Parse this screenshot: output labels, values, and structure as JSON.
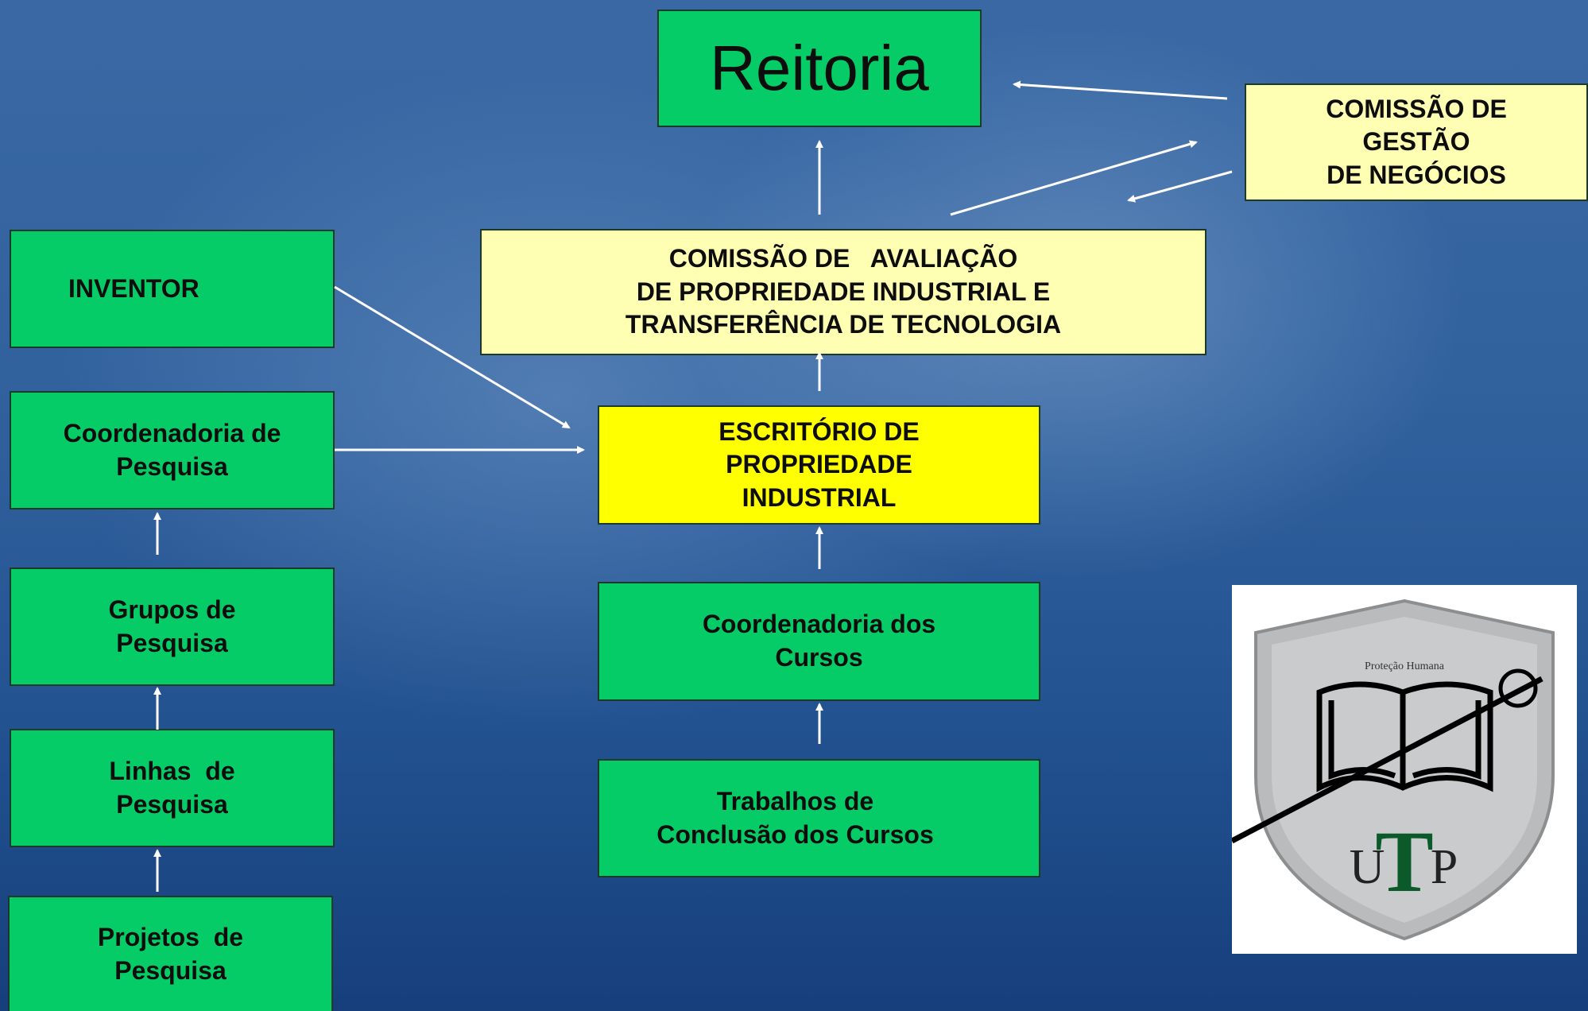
{
  "diagram": {
    "reitoria": "Reitoria",
    "comissao_gestao": [
      "COMISSÃO DE",
      "GESTÃO",
      "DE NEGÓCIOS"
    ],
    "comissao_avaliacao": [
      "COMISSÃO DE   AVALIAÇÃO",
      "DE PROPRIEDADE INDUSTRIAL E",
      "TRANSFERÊNCIA DE TECNOLOGIA"
    ],
    "inventor": "INVENTOR",
    "coordenadoria_pesquisa": [
      "Coordenadoria de",
      "Pesquisa"
    ],
    "escritorio": [
      "ESCRITÓRIO DE",
      "PROPRIEDADE",
      "INDUSTRIAL"
    ],
    "grupos_pesquisa": [
      "Grupos de",
      "Pesquisa"
    ],
    "coordenadoria_cursos": [
      "Coordenadoria dos",
      "Cursos"
    ],
    "linhas_pesquisa": [
      "Linhas  de",
      "Pesquisa"
    ],
    "trabalhos_conclusao": [
      "Trabalhos de",
      "Conclusão dos Cursos"
    ],
    "projetos_pesquisa": [
      "Projetos  de",
      "Pesquisa"
    ]
  },
  "logo": {
    "banner_text": "Proteção Humana",
    "letters": [
      "U",
      "T",
      "P"
    ]
  },
  "colors": {
    "green_box": "#05cc66",
    "light_yellow_box": "#ffffb3",
    "yellow_box": "#ffff00",
    "arrow": "#ffffff",
    "background": "#2a5b98"
  }
}
